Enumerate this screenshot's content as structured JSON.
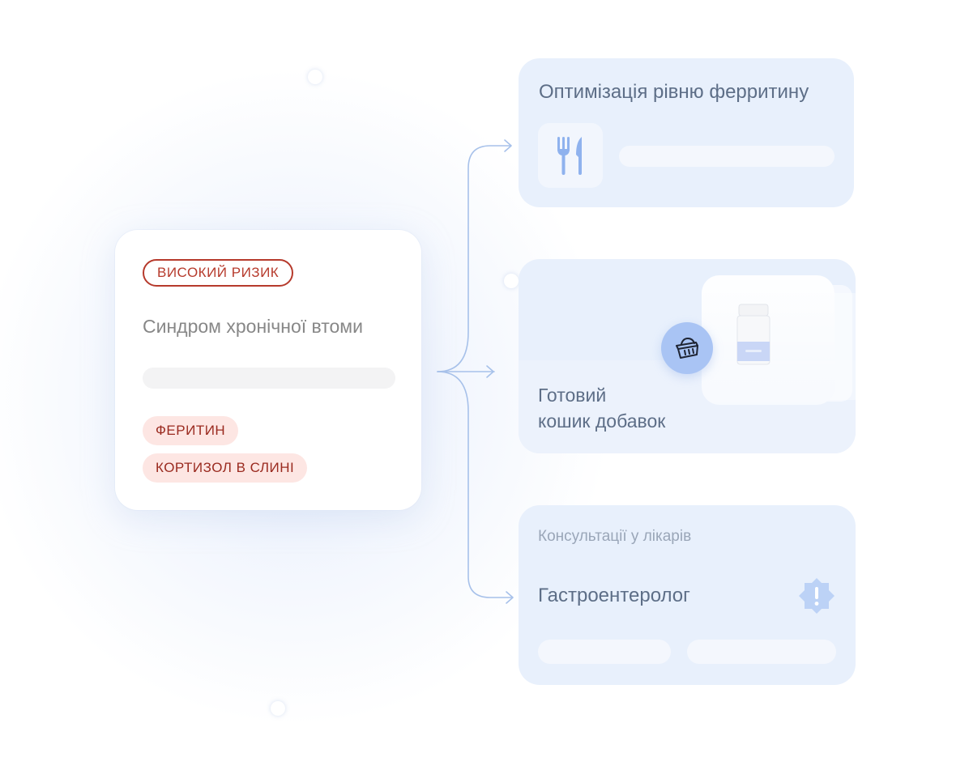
{
  "risk": {
    "badge": "ВИСОКИЙ РИЗИК",
    "title": "Синдром хронічної втоми",
    "markers": [
      "ФЕРИТИН",
      "КОРТИЗОЛ В СЛИНІ"
    ]
  },
  "cards": {
    "ferritin": {
      "title": "Оптимізація рівню ферритину",
      "icon": "fork-knife-icon"
    },
    "supplements": {
      "title_line1": "Готовий",
      "title_line2": "кошик добавок",
      "icon": "basket-icon"
    },
    "consultation": {
      "label": "Консультації у лікарів",
      "doctor": "Гастроентеролог",
      "icon": "alert-badge-icon"
    }
  },
  "colors": {
    "risk_red": "#b63a2c",
    "tag_bg": "#fde6e3",
    "card_blue": "#e8f0fc",
    "accent_blue": "#a9c4f4",
    "text_slate": "#5d6e87"
  }
}
